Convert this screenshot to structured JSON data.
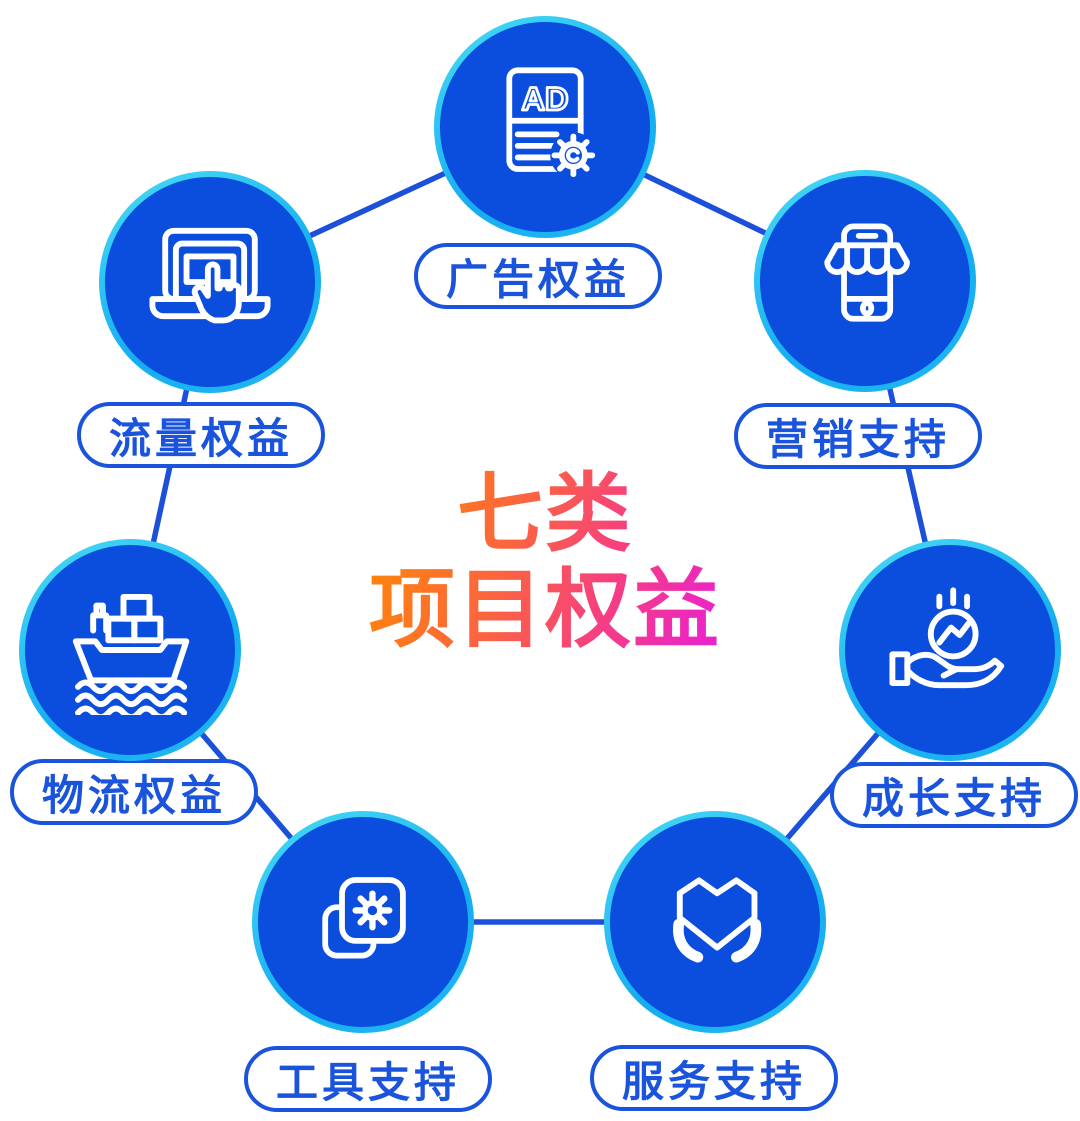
{
  "title": {
    "line1": "七类",
    "line2": "项目权益"
  },
  "colors": {
    "circle-fill": "#0B4EDE",
    "ring-light": "#49DDF6",
    "ring-dark": "#16ADF0",
    "connector": "#1C50DA",
    "pill-border": "#1A53DC",
    "title-grad-a": "#FF8A00",
    "title-grad-b": "#F53C86",
    "title-grad-c": "#E91FD6"
  },
  "nodes": [
    {
      "id": "ad",
      "label": "广告权益",
      "icon": "ad-document-gear-icon"
    },
    {
      "id": "marketing",
      "label": "营销支持",
      "icon": "mobile-storefront-icon"
    },
    {
      "id": "growth",
      "label": "成长支持",
      "icon": "hand-growth-chart-icon"
    },
    {
      "id": "service",
      "label": "服务支持",
      "icon": "heart-in-hands-icon"
    },
    {
      "id": "tools",
      "label": "工具支持",
      "icon": "app-gear-stack-icon"
    },
    {
      "id": "logistics",
      "label": "物流权益",
      "icon": "cargo-ship-icon"
    },
    {
      "id": "traffic",
      "label": "流量权益",
      "icon": "laptop-click-icon"
    }
  ],
  "connections": [
    [
      "traffic",
      "ad"
    ],
    [
      "ad",
      "marketing"
    ],
    [
      "marketing",
      "growth"
    ],
    [
      "growth",
      "service"
    ],
    [
      "service",
      "tools"
    ],
    [
      "tools",
      "logistics"
    ],
    [
      "logistics",
      "traffic"
    ]
  ],
  "ad_icon_text": "AD"
}
